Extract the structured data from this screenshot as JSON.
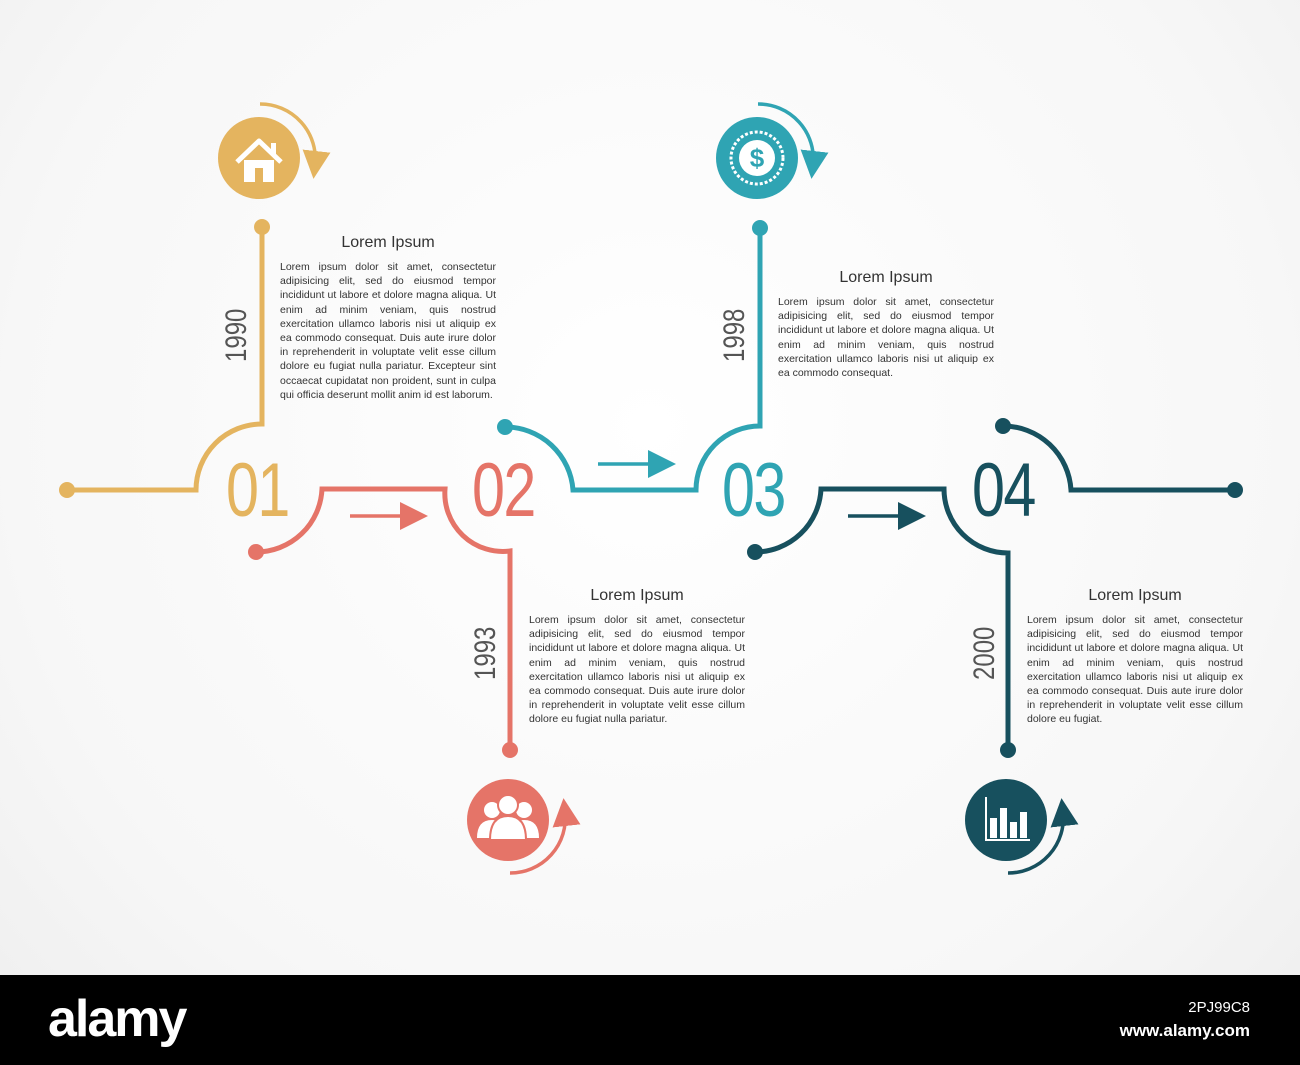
{
  "colors": {
    "step1": "#e4b45f",
    "step2": "#e57468",
    "step3": "#2fa4b3",
    "step4": "#17505e"
  },
  "steps": [
    {
      "number": "01",
      "year": "1990",
      "icon": "home-icon",
      "heading": "Lorem Ipsum",
      "body": "Lorem ipsum dolor sit amet, consectetur adipisicing elit, sed do eiusmod tempor incididunt ut labore et dolore magna aliqua. Ut enim ad minim veniam, quis nostrud exercitation ullamco laboris nisi ut aliquip ex ea commodo consequat. Duis aute irure dolor in reprehenderit in voluptate velit esse cillum dolore eu fugiat nulla pariatur. Excepteur sint occaecat cupidatat non proident, sunt in culpa qui officia deserunt mollit anim id est laborum."
    },
    {
      "number": "02",
      "year": "1993",
      "icon": "team-icon",
      "heading": "Lorem Ipsum",
      "body": "Lorem ipsum dolor sit amet, consectetur adipisicing elit, sed do eiusmod tempor incididunt ut labore et dolore magna aliqua. Ut enim ad minim veniam, quis nostrud exercitation ullamco laboris nisi ut aliquip ex ea commodo consequat. Duis aute irure dolor in reprehenderit in voluptate velit esse cillum dolore eu fugiat nulla pariatur."
    },
    {
      "number": "03",
      "year": "1998",
      "icon": "dollar-coin-icon",
      "heading": "Lorem Ipsum",
      "body": "Lorem ipsum dolor sit amet, consectetur adipisicing elit, sed do eiusmod tempor incididunt ut labore et dolore magna aliqua. Ut enim ad minim veniam, quis nostrud exercitation ullamco laboris nisi ut aliquip ex ea commodo consequat."
    },
    {
      "number": "04",
      "year": "2000",
      "icon": "bar-chart-icon",
      "heading": "Lorem Ipsum",
      "body": "Lorem ipsum dolor sit amet, consectetur adipisicing elit, sed do eiusmod tempor incididunt ut labore et dolore magna aliqua. Ut enim ad minim veniam, quis nostrud exercitation ullamco laboris nisi ut aliquip ex ea commodo consequat. Duis aute irure dolor in reprehenderit in voluptate velit esse cillum dolore eu fugiat."
    }
  ],
  "watermark": {
    "logo": "alamy",
    "image_code": "2PJ99C8",
    "site": "www.alamy.com"
  }
}
